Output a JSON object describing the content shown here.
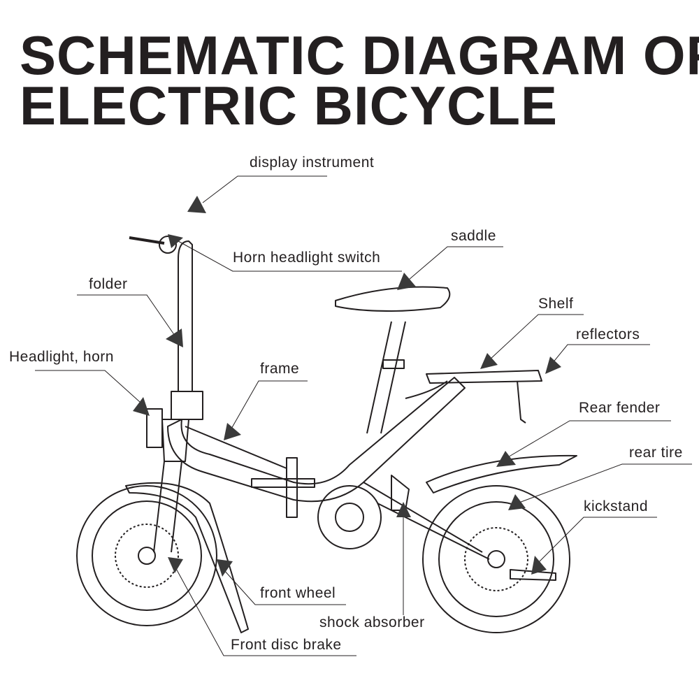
{
  "title": {
    "line1": "SCHEMATIC DIAGRAM OF",
    "line2": "ELECTRIC BICYCLE"
  },
  "labels": {
    "display_instrument": "display instrument",
    "horn_headlight_switch": "Horn headlight switch",
    "saddle": "saddle",
    "folder": "folder",
    "shelf": "Shelf",
    "reflectors": "reflectors",
    "headlight_horn": "Headlight, horn",
    "frame": "frame",
    "rear_fender": "Rear fender",
    "rear_tire": "rear tire",
    "kickstand": "kickstand",
    "front_wheel": "front wheel",
    "shock_absorber": "shock absorber",
    "front_disc_brake": "Front disc brake"
  },
  "colors": {
    "ink": "#231f20",
    "arrow": "#3a3a3a",
    "background": "#ffffff"
  }
}
